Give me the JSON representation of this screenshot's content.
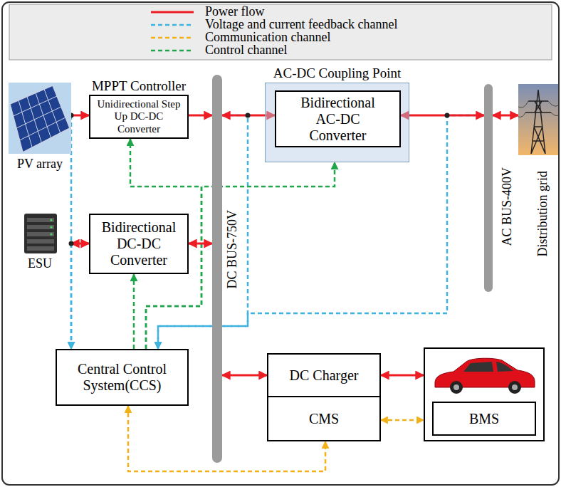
{
  "diagram": {
    "nodes": [
      {
        "text": [
          "PV array"
        ]
      },
      {
        "text": [
          "MPPT Controller",
          "Unidirectional Step Up DC-DC Converter"
        ]
      },
      {
        "text": [
          "ESU"
        ]
      },
      {
        "text": [
          "Bidirectional DC-DC Converter"
        ]
      },
      {
        "text": [
          "DC BUS-750V"
        ]
      },
      {
        "text": [
          "AC-DC Coupling Point"
        ]
      },
      {
        "text": [
          "Bidirectional AC-DC Converter"
        ],
        "in": 5
      },
      {
        "text": [
          "AC BUS-400V"
        ]
      },
      {
        "text": [
          "Distribution grid"
        ]
      },
      {
        "text": [
          "Central Control System(CCS)"
        ]
      },
      {
        "text": [
          "DC Charger"
        ]
      },
      {
        "text": [
          "CMS"
        ]
      },
      {
        "text": [
          "BMS"
        ]
      }
    ],
    "edges": [
      {
        "from": 0,
        "to": 1,
        "arrow": "to"
      },
      {
        "from": 1,
        "to": 4,
        "arrow": "to"
      },
      {
        "from": 4,
        "to": 6,
        "arrow": "both"
      },
      {
        "from": 6,
        "to": 7,
        "arrow": "both"
      },
      {
        "from": 7,
        "to": 8,
        "arrow": "both"
      },
      {
        "from": 2,
        "to": 3,
        "arrow": "both"
      },
      {
        "from": 3,
        "to": 4,
        "arrow": "both"
      },
      {
        "from": 4,
        "to": 10,
        "arrow": "both"
      },
      {
        "from": 10,
        "to": 12,
        "arrow": "both"
      },
      {
        "from": 0,
        "to": 9,
        "arrow": "to"
      },
      {
        "from": 2,
        "to": 9,
        "arrow": "to"
      },
      {
        "from": 4,
        "to": 9,
        "arrow": "to"
      },
      {
        "from": 7,
        "to": 9,
        "arrow": "to"
      },
      {
        "from": 9,
        "to": 1,
        "arrow": "to"
      },
      {
        "from": 9,
        "to": 5,
        "arrow": "to"
      },
      {
        "from": 9,
        "to": 3,
        "arrow": "to"
      },
      {
        "from": 9,
        "to": 11,
        "arrow": "both"
      },
      {
        "from": 11,
        "to": 12,
        "arrow": "both"
      }
    ],
    "legend": [
      {
        "text": "Power flow"
      },
      {
        "text": "Voltage and current feedback channel"
      },
      {
        "text": "Communication channel"
      },
      {
        "text": "Control channel"
      }
    ]
  }
}
